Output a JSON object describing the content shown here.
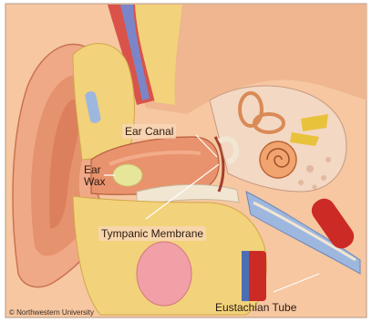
{
  "labels": {
    "ear_canal": "Ear Canal",
    "ear_wax_line1": "Ear",
    "ear_wax_line2": "Wax",
    "tympanic_membrane": "Tympanic Membrane",
    "eustachian_tube": "Eustachian Tube"
  },
  "copyright": "© Northwestern University",
  "colors": {
    "background": "#f6c7a1",
    "skin": "#f3b48d",
    "skin_shadow": "#d9875f",
    "canal": "#e8936d",
    "fat": "#f2d27a",
    "bone": "#f1e6d2",
    "artery": "#cc2a24",
    "vein": "#4b6fb5",
    "tube_blue": "#9eb7df",
    "ossicle_gold": "#e9c23c",
    "gland_pink": "#f0a0a6"
  }
}
